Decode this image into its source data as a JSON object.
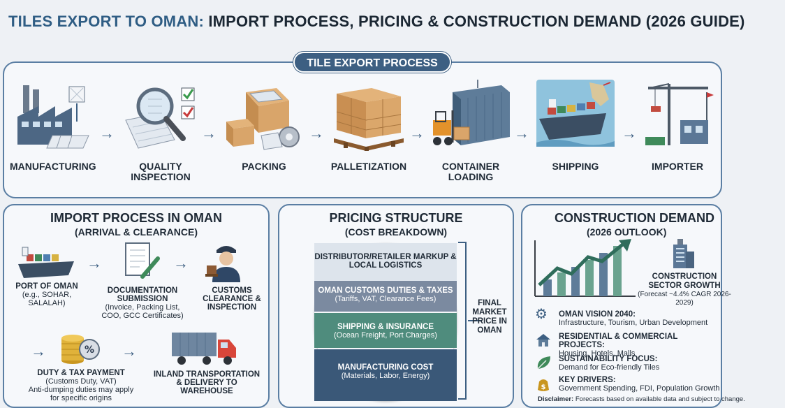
{
  "title": {
    "accent": "TILES EXPORT TO OMAN:",
    "rest": " IMPORT PROCESS, PRICING & CONSTRUCTION DEMAND (2026 GUIDE)"
  },
  "process": {
    "heading": "TILE EXPORT PROCESS",
    "steps": [
      {
        "label": "MANUFACTURING",
        "icon": "factory-icon"
      },
      {
        "label": "QUALITY INSPECTION",
        "icon": "magnifier-icon"
      },
      {
        "label": "PACKING",
        "icon": "boxes-icon"
      },
      {
        "label": "PALLETIZATION",
        "icon": "pallet-icon"
      },
      {
        "label": "CONTAINER LOADING",
        "icon": "forklift-icon"
      },
      {
        "label": "SHIPPING",
        "icon": "ship-icon"
      },
      {
        "label": "IMPORTER",
        "icon": "crane-icon"
      }
    ]
  },
  "import_panel": {
    "title": "IMPORT PROCESS IN OMAN",
    "subtitle": "(ARRIVAL & CLEARANCE)",
    "port": {
      "label": "PORT OF OMAN",
      "detail": "(e.g., SOHAR, SALALAH)"
    },
    "docs": {
      "label": "DOCUMENTATION SUBMISSION",
      "detail": "(Invoice, Packing List, COO, GCC Certificates)"
    },
    "customs": {
      "label": "CUSTOMS CLEARANCE & INSPECTION"
    },
    "duty": {
      "label": "DUTY & TAX PAYMENT",
      "detail": "(Customs Duty, VAT)",
      "note": "Anti-dumping duties may apply for specific origins"
    },
    "inland": {
      "label": "INLAND TRANSPORTATION & DELIVERY TO WAREHOUSE"
    }
  },
  "pricing_panel": {
    "title": "PRICING STRUCTURE",
    "subtitle": "(COST BREAKDOWN)",
    "layers": [
      {
        "label": "DISTRIBUTOR/RETAILER MARKUP & LOCAL LOGISTICS",
        "detail": "",
        "color": "#dde4ec"
      },
      {
        "label": "OMAN CUSTOMS DUTIES & TAXES",
        "detail": "(Tariffs, VAT, Clearance Fees)",
        "color": "#7b8aa0"
      },
      {
        "label": "SHIPPING & INSURANCE",
        "detail": "(Ocean Freight, Port Charges)",
        "color": "#4f8c7d"
      },
      {
        "label": "MANUFACTURING COST",
        "detail": "(Materials, Labor, Energy)",
        "color": "#3a5878"
      }
    ],
    "final": "FINAL MARKET PRICE IN OMAN"
  },
  "demand_panel": {
    "title": "CONSTRUCTION DEMAND",
    "subtitle": "(2026 OUTLOOK)",
    "growth": {
      "label": "CONSTRUCTION SECTOR GROWTH",
      "detail": "(Forecast ~4.4% CAGR 2026-2029)"
    },
    "drivers": [
      {
        "label": "OMAN VISION 2040:",
        "detail": "Infrastructure, Tourism, Urban Development",
        "icon": "gear-icon"
      },
      {
        "label": "RESIDENTIAL & COMMERCIAL PROJECTS:",
        "detail": "Housing, Hotels, Malls",
        "icon": "house-icon"
      },
      {
        "label": "SUSTAINABILITY FOCUS:",
        "detail": "Demand for Eco-friendly Tiles",
        "icon": "leaf-icon"
      },
      {
        "label": "KEY DRIVERS:",
        "detail": "Government Spending, FDI, Population Growth",
        "icon": "money-icon"
      }
    ],
    "disclaimer_label": "Disclaimer:",
    "disclaimer_text": " Forecasts based on available data and subject to change."
  },
  "colors": {
    "navy": "#3d5f82",
    "teal": "#4f8c7d",
    "border": "#5a7ea3"
  }
}
